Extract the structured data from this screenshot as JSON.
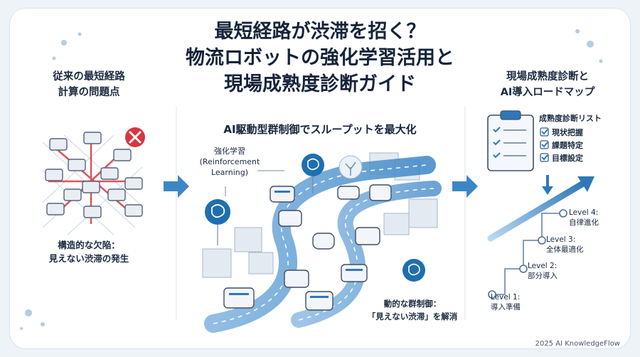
{
  "title": {
    "line1": "最短経路が渋滞を招く？",
    "line2": "物流ロボットの強化学習活用と",
    "line3": "現場成熟度診断ガイド"
  },
  "left": {
    "heading_line1": "従来の最短経路",
    "heading_line2": "計算の問題点",
    "caption_line1": "構造的な欠陥：",
    "caption_line2": "見えない渋滞の発生"
  },
  "center": {
    "subtitle": "AI駆動型群制御でスループットを最大化",
    "rl_line1": "強化学習",
    "rl_line2": "(Reinforcement",
    "rl_line3": "Learning)",
    "caption_line1": "動的な群制御：",
    "caption_line2": "「見えない渋滞」を解消"
  },
  "right": {
    "heading_line1": "現場成熟度診断と",
    "heading_line2": "AI導入ロードマップ",
    "checklist_title": "成熟度診断リスト",
    "checklist": [
      "現状把握",
      "課題特定",
      "目標設定"
    ],
    "levels": [
      {
        "level": "Level 1:",
        "name": "導入準備"
      },
      {
        "level": "Level 2:",
        "name": "部分導入"
      },
      {
        "level": "Level 3:",
        "name": "全体最適化"
      },
      {
        "level": "Level 4:",
        "name": "自律進化"
      }
    ]
  },
  "footer": "2025 AI KnowledgeFlow",
  "colors": {
    "accent": "#2f78b8",
    "error": "#d9363e",
    "text": "#1b2a40"
  }
}
